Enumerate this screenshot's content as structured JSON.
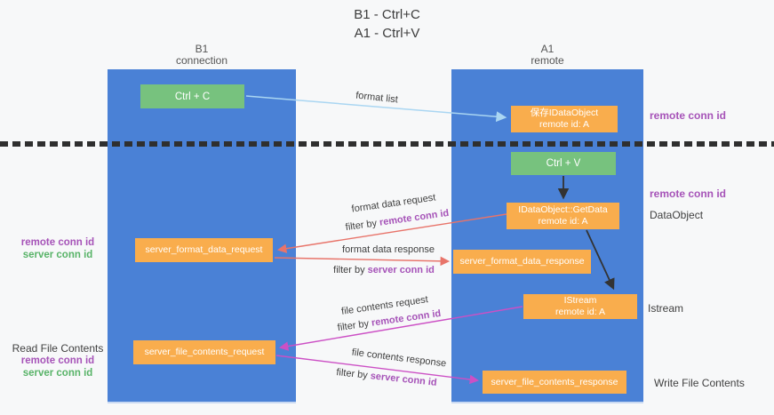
{
  "title": {
    "line1": "B1 - Ctrl+C",
    "line2": "A1 - Ctrl+V"
  },
  "lanes": {
    "left": {
      "name": "B1",
      "role": "connection"
    },
    "right": {
      "name": "A1",
      "role": "remote"
    }
  },
  "boxes": {
    "ctrl_c": {
      "label": "Ctrl + C"
    },
    "save_idataobject": {
      "line1": "保存IDataObject",
      "line2": "remote id: A"
    },
    "ctrl_v": {
      "label": "Ctrl + V"
    },
    "getdata": {
      "line1": "IDataObject::GetData",
      "line2": "remote id: A"
    },
    "format_request": {
      "label": "server_format_data_request"
    },
    "format_response": {
      "label": "server_format_data_response"
    },
    "istream": {
      "line1": "IStream",
      "line2": "remote id: A"
    },
    "file_request": {
      "label": "server_file_contents_request"
    },
    "file_response": {
      "label": "server_file_contents_response"
    }
  },
  "flow_labels": {
    "format_list": "format list",
    "format_data_request": "format data request",
    "format_data_response": "format data response",
    "file_contents_request": "file contents request",
    "file_contents_response": "file contents response",
    "filter_by": "filter by "
  },
  "strings": {
    "remote_conn_id": "remote conn id",
    "server_conn_id": "server conn id"
  },
  "side_labels": {
    "dataobject": "DataObject",
    "istream": "Istream",
    "read_file_contents": "Read File Contents",
    "write_file_contents": "Write File Contents"
  },
  "colors": {
    "lane_blue": "#4a81d6",
    "box_orange": "#f9ad4d",
    "box_green": "#77c27e",
    "arrow_red": "#e8746a",
    "arrow_magenta": "#cc50c5",
    "arrow_light_blue": "#aad6f2",
    "arrow_black": "#333333",
    "label_purple": "#a653b8",
    "label_green": "#58b368",
    "background": "#f7f8f9"
  }
}
